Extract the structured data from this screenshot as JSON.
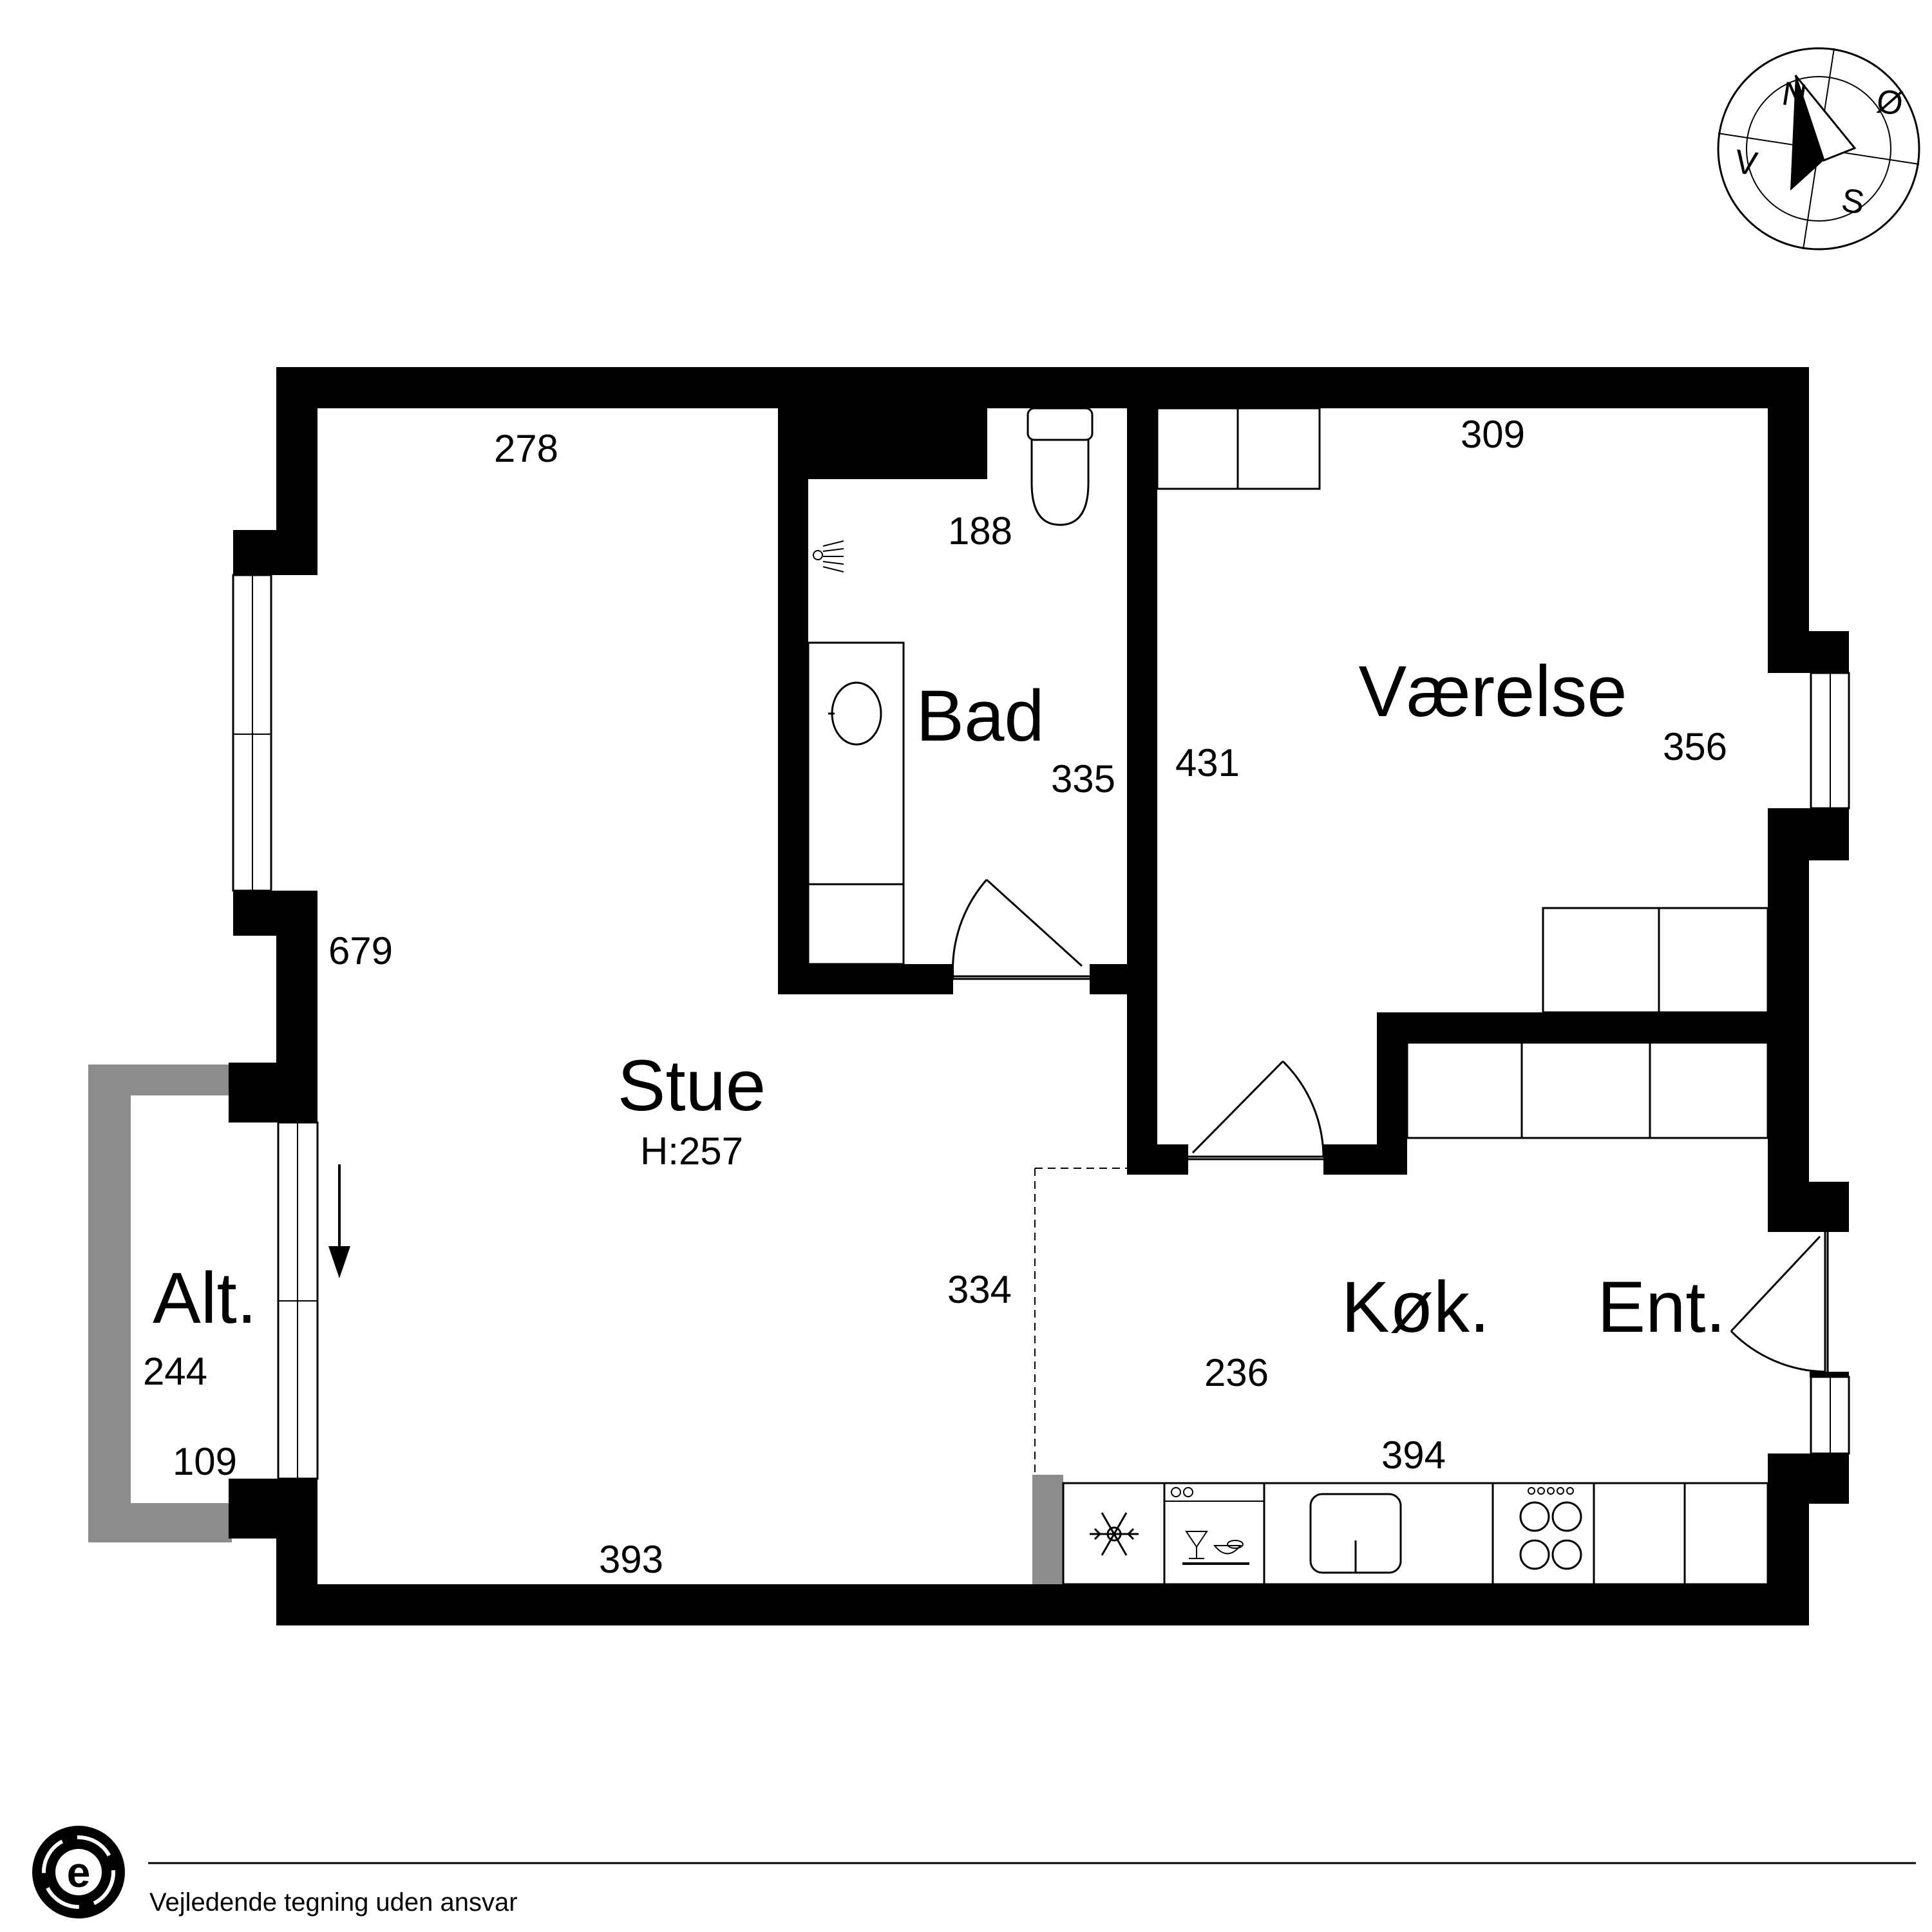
{
  "rooms": {
    "stue": {
      "label": "Stue",
      "height_label": "H:257"
    },
    "bad": {
      "label": "Bad"
    },
    "vaerelse": {
      "label": "Værelse"
    },
    "kok": {
      "label": "Køk."
    },
    "ent": {
      "label": "Ent."
    },
    "alt": {
      "label": "Alt."
    }
  },
  "dimensions": {
    "stue_top": "278",
    "stue_left": "679",
    "stue_bottom": "393",
    "stue_right": "334",
    "bad_top": "188",
    "bad_right": "335",
    "vaerelse_top": "309",
    "vaerelse_left": "431",
    "vaerelse_right": "356",
    "kok_left": "236",
    "kok_bottom": "394",
    "alt_height": "244",
    "alt_depth": "109"
  },
  "compass": {
    "north": "N",
    "east": "Ø",
    "south": "S",
    "west": "V"
  },
  "footer": {
    "disclaimer": "Vejledende tegning uden ansvar",
    "logo_letter": "e"
  },
  "colors": {
    "wall": "#000000",
    "balcony": "#8c8c8c",
    "background": "#ffffff"
  }
}
